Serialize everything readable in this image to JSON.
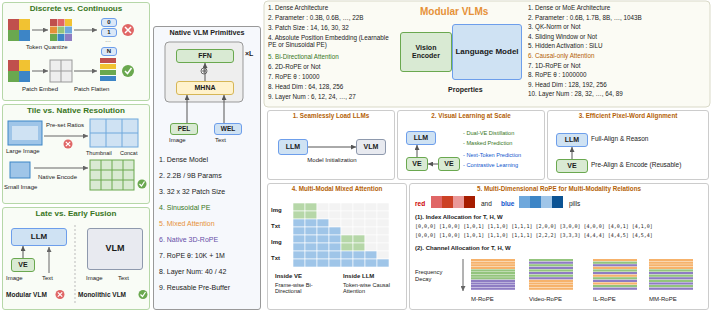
{
  "diagram": {
    "nodes": [
      {
        "text": [
          "Discrete vs. Continuous"
        ]
      },
      {
        "text": [
          "0"
        ],
        "in": 0
      },
      {
        "text": [
          "1"
        ],
        "in": 0
      },
      {
        "text": [
          "N"
        ],
        "in": 0
      },
      {
        "text": [
          "Tile vs. Native Resolution"
        ]
      },
      {
        "text": [
          "Late vs. Early Fusion"
        ]
      },
      {
        "text": [
          "LLM"
        ],
        "in": 5
      },
      {
        "text": [
          "VE"
        ],
        "in": 5
      },
      {
        "text": [
          "VLM"
        ],
        "in": 5
      },
      {
        "text": [
          "Native VLM Primitives"
        ]
      },
      {
        "text": [
          "FFN"
        ],
        "in": 9
      },
      {
        "text": [
          "MHNA"
        ],
        "in": 9
      },
      {
        "text": [
          "PEL"
        ],
        "in": 9
      },
      {
        "text": [
          "WEL"
        ],
        "in": 9
      },
      {
        "text": [
          "Vision Encoder"
        ]
      },
      {
        "text": [
          "Language Model"
        ]
      },
      {
        "text": [
          "1. Seamlessly Load LLMs"
        ]
      },
      {
        "text": [
          "LLM"
        ],
        "in": 16
      },
      {
        "text": [
          "VLM"
        ],
        "in": 16
      },
      {
        "text": [
          "2. Visual Learning at Scale"
        ]
      },
      {
        "text": [
          "LLM"
        ],
        "in": 19
      },
      {
        "text": [
          "VE"
        ],
        "in": 19
      },
      {
        "text": [
          "VE"
        ],
        "in": 19
      },
      {
        "text": [
          "3. Efficient Pixel-Word Alignment"
        ]
      },
      {
        "text": [
          "LLM"
        ],
        "in": 23
      },
      {
        "text": [
          "VE"
        ],
        "in": 23
      },
      {
        "text": [
          "4. Multi-Modal Mixed Attention"
        ]
      },
      {
        "text": [
          "5. Multi-Dimensional RoPE for Multi-Modality Relations"
        ]
      }
    ],
    "edges": [
      {
        "from": 7,
        "to": 6,
        "arrow": "to"
      },
      {
        "from": 12,
        "to": 11,
        "arrow": "to"
      },
      {
        "from": 13,
        "to": 11,
        "arrow": "to"
      },
      {
        "from": 11,
        "to": 10,
        "arrow": "to"
      },
      {
        "from": 17,
        "to": 18,
        "arrow": "to",
        "label": "Model Initialization"
      },
      {
        "from": 21,
        "to": 20,
        "arrow": "to"
      },
      {
        "from": 22,
        "to": 21,
        "arrow": "to"
      },
      {
        "from": 25,
        "to": 24,
        "arrow": "to"
      }
    ],
    "labels": [
      "Token Quantize",
      "…",
      "Patch Embed",
      "Patch Flatten",
      "Large Image",
      "Pre-set Ratios",
      "Thumbnail",
      "Concat",
      "Small Image",
      "Native Encode",
      "Image",
      "Text",
      "Modular VLM",
      "Image",
      "Text",
      "Monolithic VLM",
      "×L",
      "Image",
      "Text",
      "1. Dense Model",
      "2. 2.2B / 9B Params",
      "3. 32 x 32 Patch Size",
      "4. Sinusoidal PE",
      "5. Mixed Attention",
      "6. Native 3D-RoPE",
      "7. RoPE θ: 10K + 1M",
      "8. Layer Num: 40 / 42",
      "9. Reusable Pre-Buffer",
      "Modular VLMs",
      "Properties",
      "1. Dense Architecture",
      "2. Parameter : 0.3B, 0.6B, …, 22B",
      "3. Patch Size : 14, 16, 30, 32",
      "4. Absolute Position Embedding (Learnable PE or Sinusoidal PE)",
      "5. Bi-Directional Attention",
      "6. 2D-RoPE or Not",
      "7. RoPE θ : 10000",
      "8. Head Dim : 64, 128, 256",
      "9. Layer Num : 6, 12, 24, …, 27",
      "1. Dense or MoE Architecture",
      "2. Parameter : 0.6B, 1.7B, 8B, …, 1043B",
      "3. QK-Norm or Not",
      "4. Sliding Window or Not",
      "5. Hidden Activation : SiLU",
      "6. Causal-only Attention",
      "7. 1D-RoPE or Not",
      "8. RoPE θ : 1000000",
      "9. Head Dim : 128, 192, 256",
      "10. Layer Num : 28, 32, …, 64, 89",
      "- Dual-VE Distillation",
      "- Masked Prediction",
      "- Next-Token Prediction",
      "- Contrastive Learning",
      "Full-Align & Reason",
      "Pre-Align & Encode (Reusable)",
      "Img",
      "Txt",
      "Img",
      "Txt",
      "Inside VE",
      "Frame-wise Bi-Directional",
      "Inside LLM",
      "Token-wise Causal Attention",
      "red",
      "and",
      "blue",
      "pills",
      "(1). Index Allocation for T, H, W",
      "[0,0,0] [1,0,0] [1,0,1] [1,1,0] [1,1,1] [2,0,0] [3,0,0] [4,0,0] [4,0,1] [4,1,0]",
      "[0,0,0] [1,0,0] [1,0,1] [1,1,0] [1,1,1] [2,2,2] [3,3,3] [4,4,4] [4,4,5] [4,5,4]",
      "(2). Channel Allocation for T, H, W",
      "Frequency Decay",
      "M-RoPE",
      "Video-RoPE",
      "IL-RoPE",
      "MM-RoPE"
    ]
  }
}
